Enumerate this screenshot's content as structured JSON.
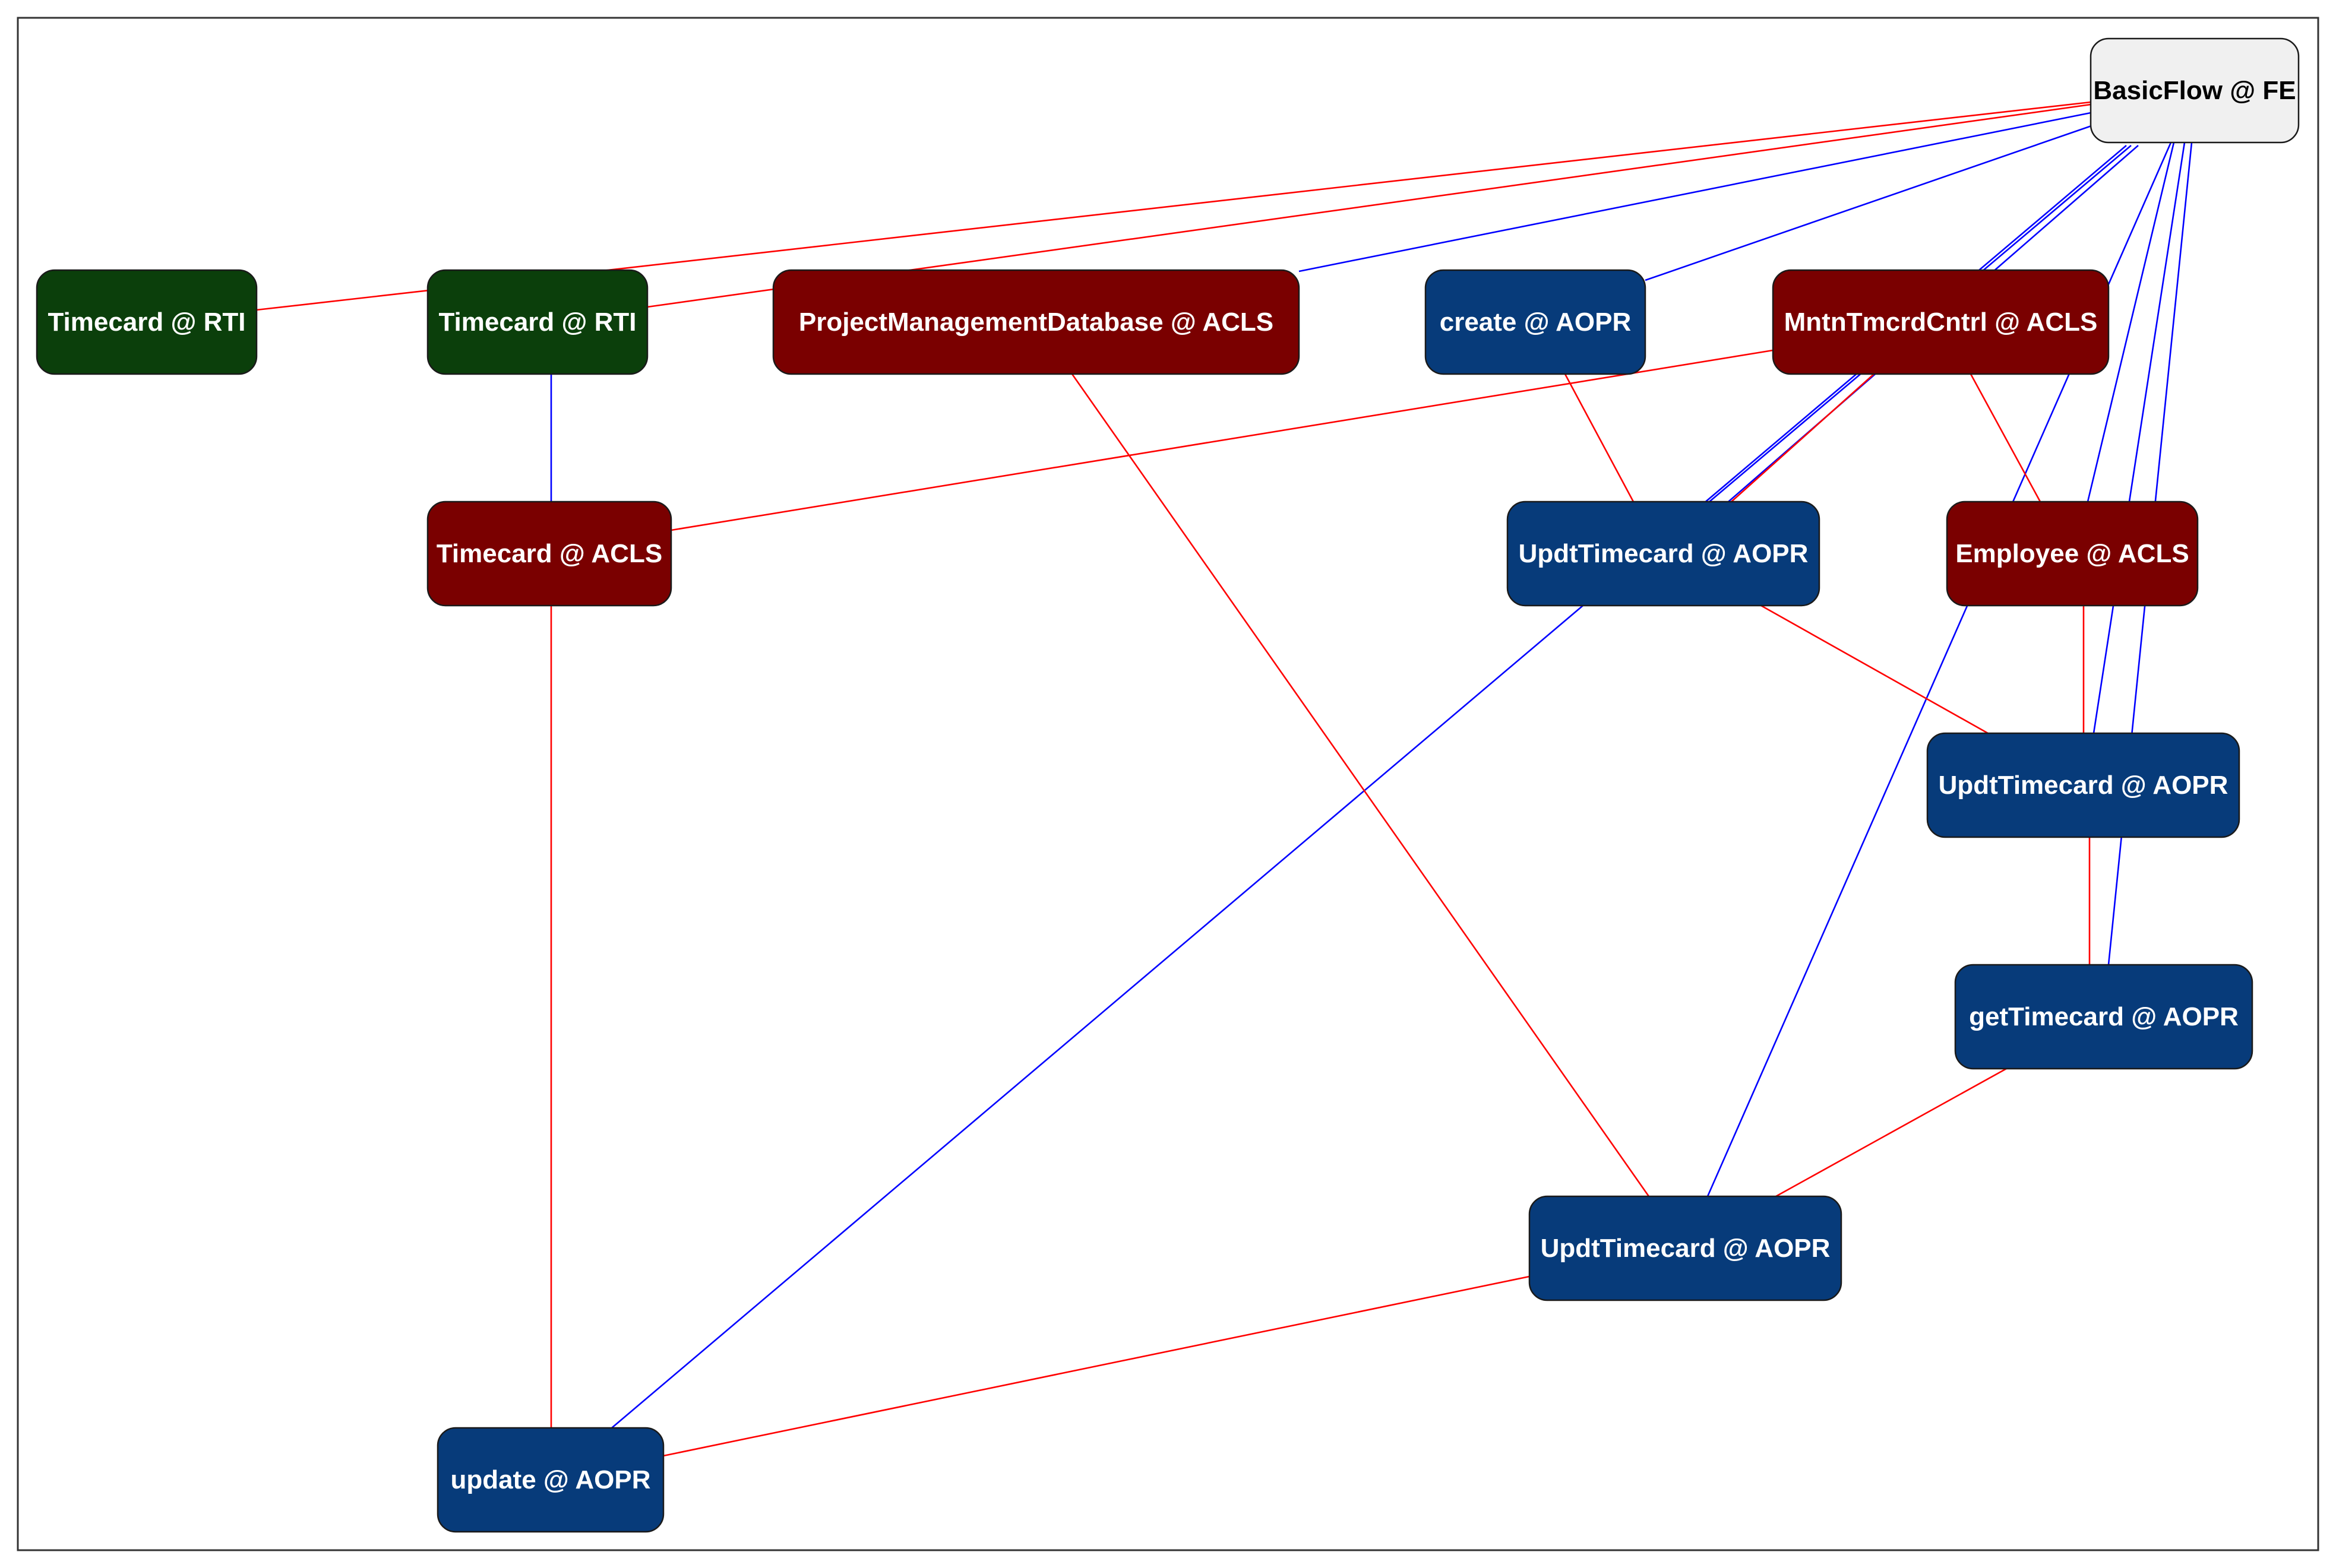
{
  "colors": {
    "green": "#0b3f0b",
    "maroon": "#7a0000",
    "blue": "#073b7a",
    "light": "#f0f0f0",
    "edge_red": "#ff0000",
    "edge_blue": "#0000ff",
    "text_light": "#ffffff",
    "text_dark": "#000000"
  },
  "nodes": [
    {
      "id": "basicflow_fe",
      "label": "BasicFlow @ FE",
      "color": "light"
    },
    {
      "id": "timecard_rti_1",
      "label": "Timecard @ RTI",
      "color": "green"
    },
    {
      "id": "timecard_rti_2",
      "label": "Timecard @ RTI",
      "color": "green"
    },
    {
      "id": "pm_database_acls",
      "label": "ProjectManagementDatabase @ ACLS",
      "color": "maroon"
    },
    {
      "id": "create_aopr",
      "label": "create @ AOPR",
      "color": "blue"
    },
    {
      "id": "mntntmcrdcntrl_acls",
      "label": "MntnTmcrdCntrl @ ACLS",
      "color": "maroon"
    },
    {
      "id": "timecard_acls",
      "label": "Timecard @ ACLS",
      "color": "maroon"
    },
    {
      "id": "updttimecard_aopr_1",
      "label": "UpdtTimecard @ AOPR",
      "color": "blue"
    },
    {
      "id": "employee_acls",
      "label": "Employee @ ACLS",
      "color": "maroon"
    },
    {
      "id": "updttimecard_aopr_2",
      "label": "UpdtTimecard @ AOPR",
      "color": "blue"
    },
    {
      "id": "gettimecard_aopr",
      "label": "getTimecard @ AOPR",
      "color": "blue"
    },
    {
      "id": "updttimecard_aopr_3",
      "label": "UpdtTimecard @ AOPR",
      "color": "blue"
    },
    {
      "id": "update_aopr",
      "label": "update @ AOPR",
      "color": "blue"
    }
  ],
  "edges": [
    {
      "from": "basicflow_fe",
      "to": "timecard_rti_1",
      "color": "edge_red"
    },
    {
      "from": "basicflow_fe",
      "to": "timecard_rti_2",
      "color": "edge_red"
    },
    {
      "from": "basicflow_fe",
      "to": "pm_database_acls",
      "color": "edge_blue"
    },
    {
      "from": "basicflow_fe",
      "to": "create_aopr",
      "color": "edge_blue"
    },
    {
      "from": "basicflow_fe",
      "to": "updttimecard_aopr_1",
      "color": "edge_blue"
    },
    {
      "from": "basicflow_fe",
      "to": "updttimecard_aopr_1",
      "color": "edge_blue"
    },
    {
      "from": "basicflow_fe",
      "to": "update_aopr",
      "color": "edge_blue"
    },
    {
      "from": "basicflow_fe",
      "to": "updttimecard_aopr_3",
      "color": "edge_blue"
    },
    {
      "from": "basicflow_fe",
      "to": "employee_acls",
      "color": "edge_blue"
    },
    {
      "from": "basicflow_fe",
      "to": "updttimecard_aopr_2",
      "color": "edge_blue"
    },
    {
      "from": "basicflow_fe",
      "to": "gettimecard_aopr",
      "color": "edge_blue"
    },
    {
      "from": "timecard_rti_2",
      "to": "timecard_acls",
      "color": "edge_blue"
    },
    {
      "from": "timecard_acls",
      "to": "update_aopr",
      "color": "edge_red"
    },
    {
      "from": "mntntmcrdcntrl_acls",
      "to": "timecard_acls",
      "color": "edge_red"
    },
    {
      "from": "mntntmcrdcntrl_acls",
      "to": "employee_acls",
      "color": "edge_red"
    },
    {
      "from": "mntntmcrdcntrl_acls",
      "to": "updttimecard_aopr_1",
      "color": "edge_red"
    },
    {
      "from": "create_aopr",
      "to": "updttimecard_aopr_1",
      "color": "edge_red"
    },
    {
      "from": "pm_database_acls",
      "to": "updttimecard_aopr_3",
      "color": "edge_red"
    },
    {
      "from": "updttimecard_aopr_1",
      "to": "updttimecard_aopr_2",
      "color": "edge_red"
    },
    {
      "from": "employee_acls",
      "to": "updttimecard_aopr_2",
      "color": "edge_red"
    },
    {
      "from": "updttimecard_aopr_2",
      "to": "gettimecard_aopr",
      "color": "edge_red"
    },
    {
      "from": "gettimecard_aopr",
      "to": "updttimecard_aopr_3",
      "color": "edge_red"
    },
    {
      "from": "updttimecard_aopr_3",
      "to": "update_aopr",
      "color": "edge_red"
    }
  ]
}
